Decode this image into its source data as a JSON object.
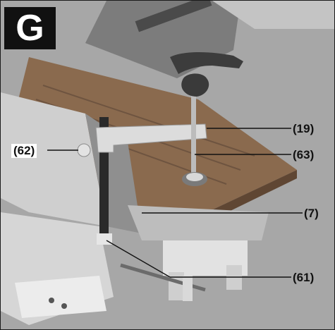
{
  "figure": {
    "badge": "G",
    "callouts": {
      "c19": "(19)",
      "c63": "(63)",
      "c7": "(7)",
      "c61": "(61)",
      "c62": "(62)"
    }
  },
  "colors": {
    "wood": "#8a6a4e",
    "metal_light": "#dcdcdc",
    "metal_mid": "#b5b5b5",
    "metal_dark": "#5a5a5a",
    "clamp_rod": "#2a2a2a"
  }
}
